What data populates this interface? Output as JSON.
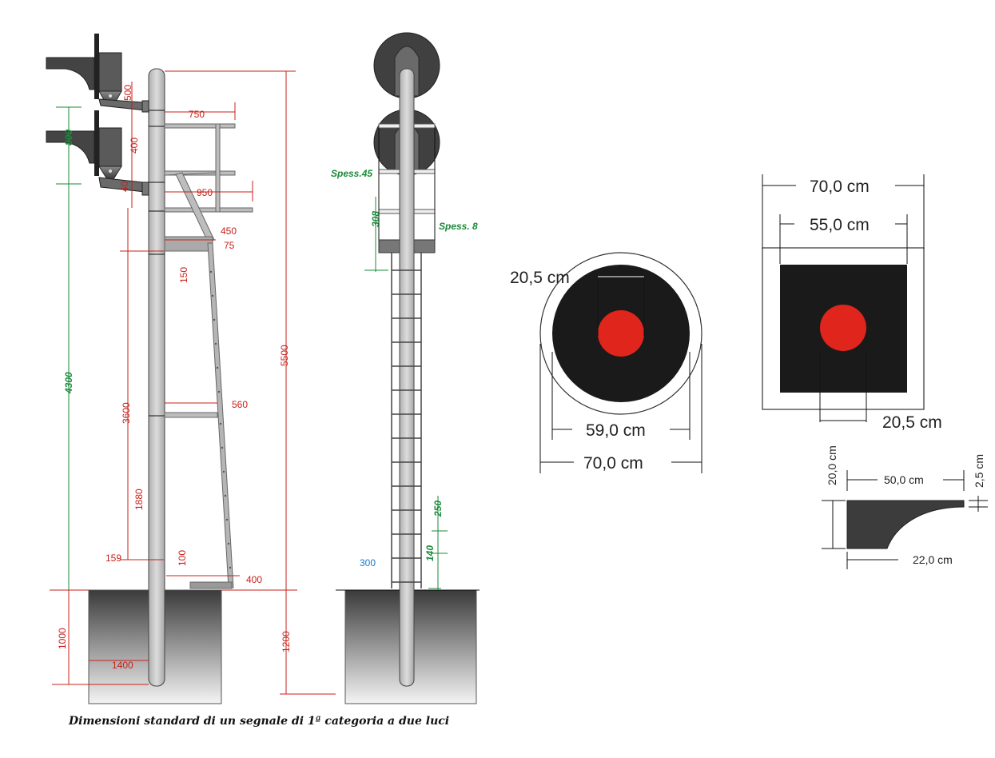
{
  "caption": "Dimensioni standard di un segnale di 1ª categoria a due luci",
  "colors": {
    "pole": "#c4c4c4",
    "panel": "#1a1a1a",
    "lamp": "#e0251c",
    "dim_red": "#c8201a",
    "dim_green": "#1a8a3a",
    "dim_blue": "#1a78c8",
    "foundation_top": "#3a3a3a",
    "foundation_bottom": "#f2f2f2"
  },
  "side_view": {
    "dims": {
      "d500": "500",
      "d400": "400",
      "d40": "40",
      "d750": "750",
      "d950": "950",
      "d450": "450",
      "d75": "75",
      "d150": "150",
      "d5500": "5500",
      "d560": "560",
      "d3600": "3600",
      "d1880": "1880",
      "d159": "159",
      "d100": "100",
      "d400b": "400",
      "d1000": "1000",
      "d1400": "1400",
      "d1200": "1200"
    },
    "dims_green": {
      "d800": "800",
      "d4300": "4300"
    }
  },
  "front_view": {
    "labels": {
      "spess45": "Spess.45",
      "spess8": "Spess. 8",
      "d308": "308"
    },
    "dims": {
      "d250": "250",
      "d140": "140"
    },
    "dim_blue": "300"
  },
  "round_disc": {
    "inner_label": "20,5 cm",
    "panel_width": "59,0 cm",
    "outer_width": "70,0 cm"
  },
  "square_panel": {
    "outer_width": "70,0 cm",
    "inner_width": "55,0 cm",
    "lamp_width": "20,5 cm"
  },
  "visor": {
    "height": "20,0 cm",
    "length": "50,0 cm",
    "thickness": "2,5 cm",
    "base": "22,0 cm"
  }
}
